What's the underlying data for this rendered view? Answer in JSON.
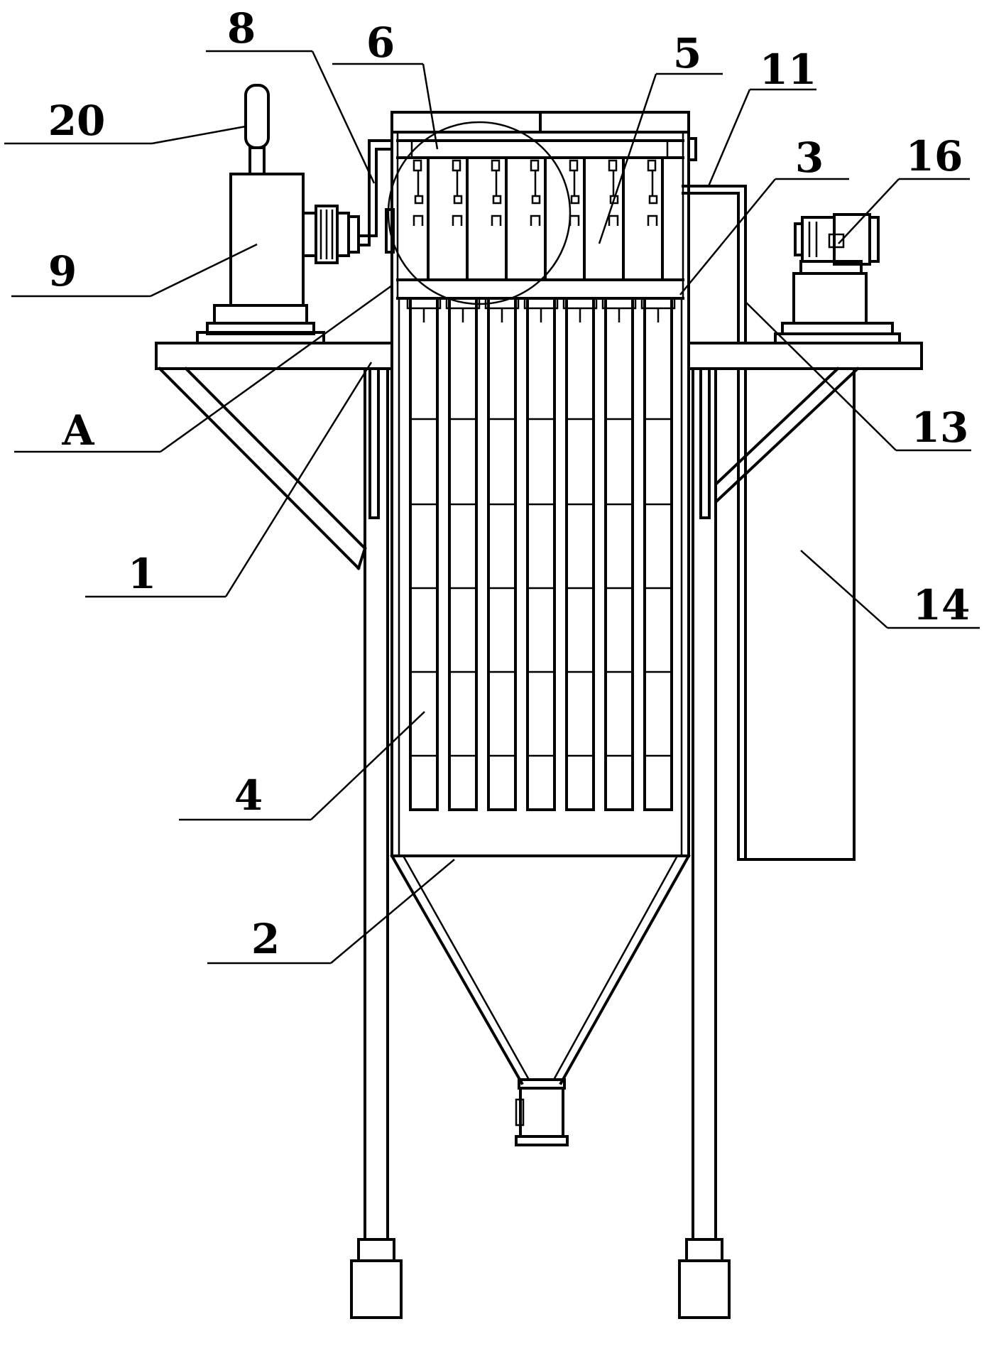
{
  "figure": {
    "callouts": [
      {
        "id": "c8",
        "label": "8"
      },
      {
        "id": "c6",
        "label": "6"
      },
      {
        "id": "c5",
        "label": "5"
      },
      {
        "id": "c11",
        "label": "11"
      },
      {
        "id": "c20",
        "label": "20"
      },
      {
        "id": "c3",
        "label": "3"
      },
      {
        "id": "c16",
        "label": "16"
      },
      {
        "id": "c9",
        "label": "9"
      },
      {
        "id": "cA",
        "label": "A"
      },
      {
        "id": "c13",
        "label": "13"
      },
      {
        "id": "c1",
        "label": "1"
      },
      {
        "id": "c14",
        "label": "14"
      },
      {
        "id": "c4",
        "label": "4"
      },
      {
        "id": "c2",
        "label": "2"
      }
    ]
  }
}
